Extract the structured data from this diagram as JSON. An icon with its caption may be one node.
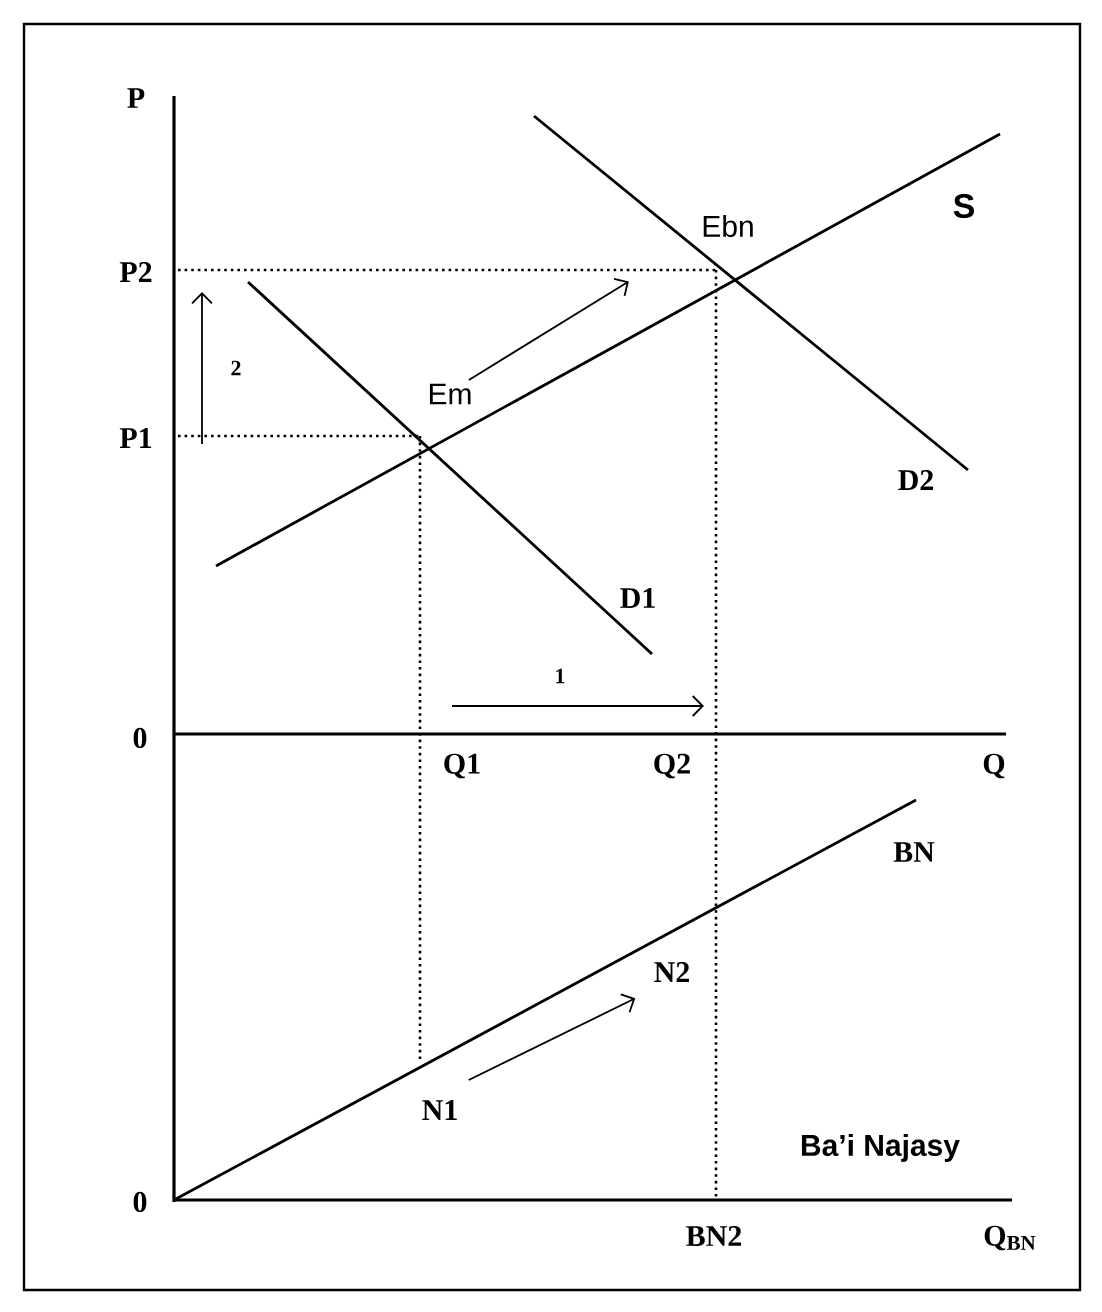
{
  "diagram": {
    "nodes": [
      {
        "text": [
          "Em"
        ]
      },
      {
        "text": [
          "Ebn"
        ]
      },
      {
        "text": [
          "N1"
        ]
      },
      {
        "text": [
          "N2"
        ]
      }
    ],
    "edges": [
      {
        "from": 0,
        "to": 1,
        "arrow": "to"
      },
      {
        "from": 2,
        "to": 3,
        "arrow": "to"
      }
    ],
    "labels": [
      "P",
      "S",
      "P2",
      "2",
      "P1",
      "D2",
      "D1",
      "1",
      "0",
      "Q1",
      "Q2",
      "Q",
      "BN",
      "Ba’i Najasy",
      "0",
      "BN2",
      "Q$_{BN}$"
    ]
  }
}
